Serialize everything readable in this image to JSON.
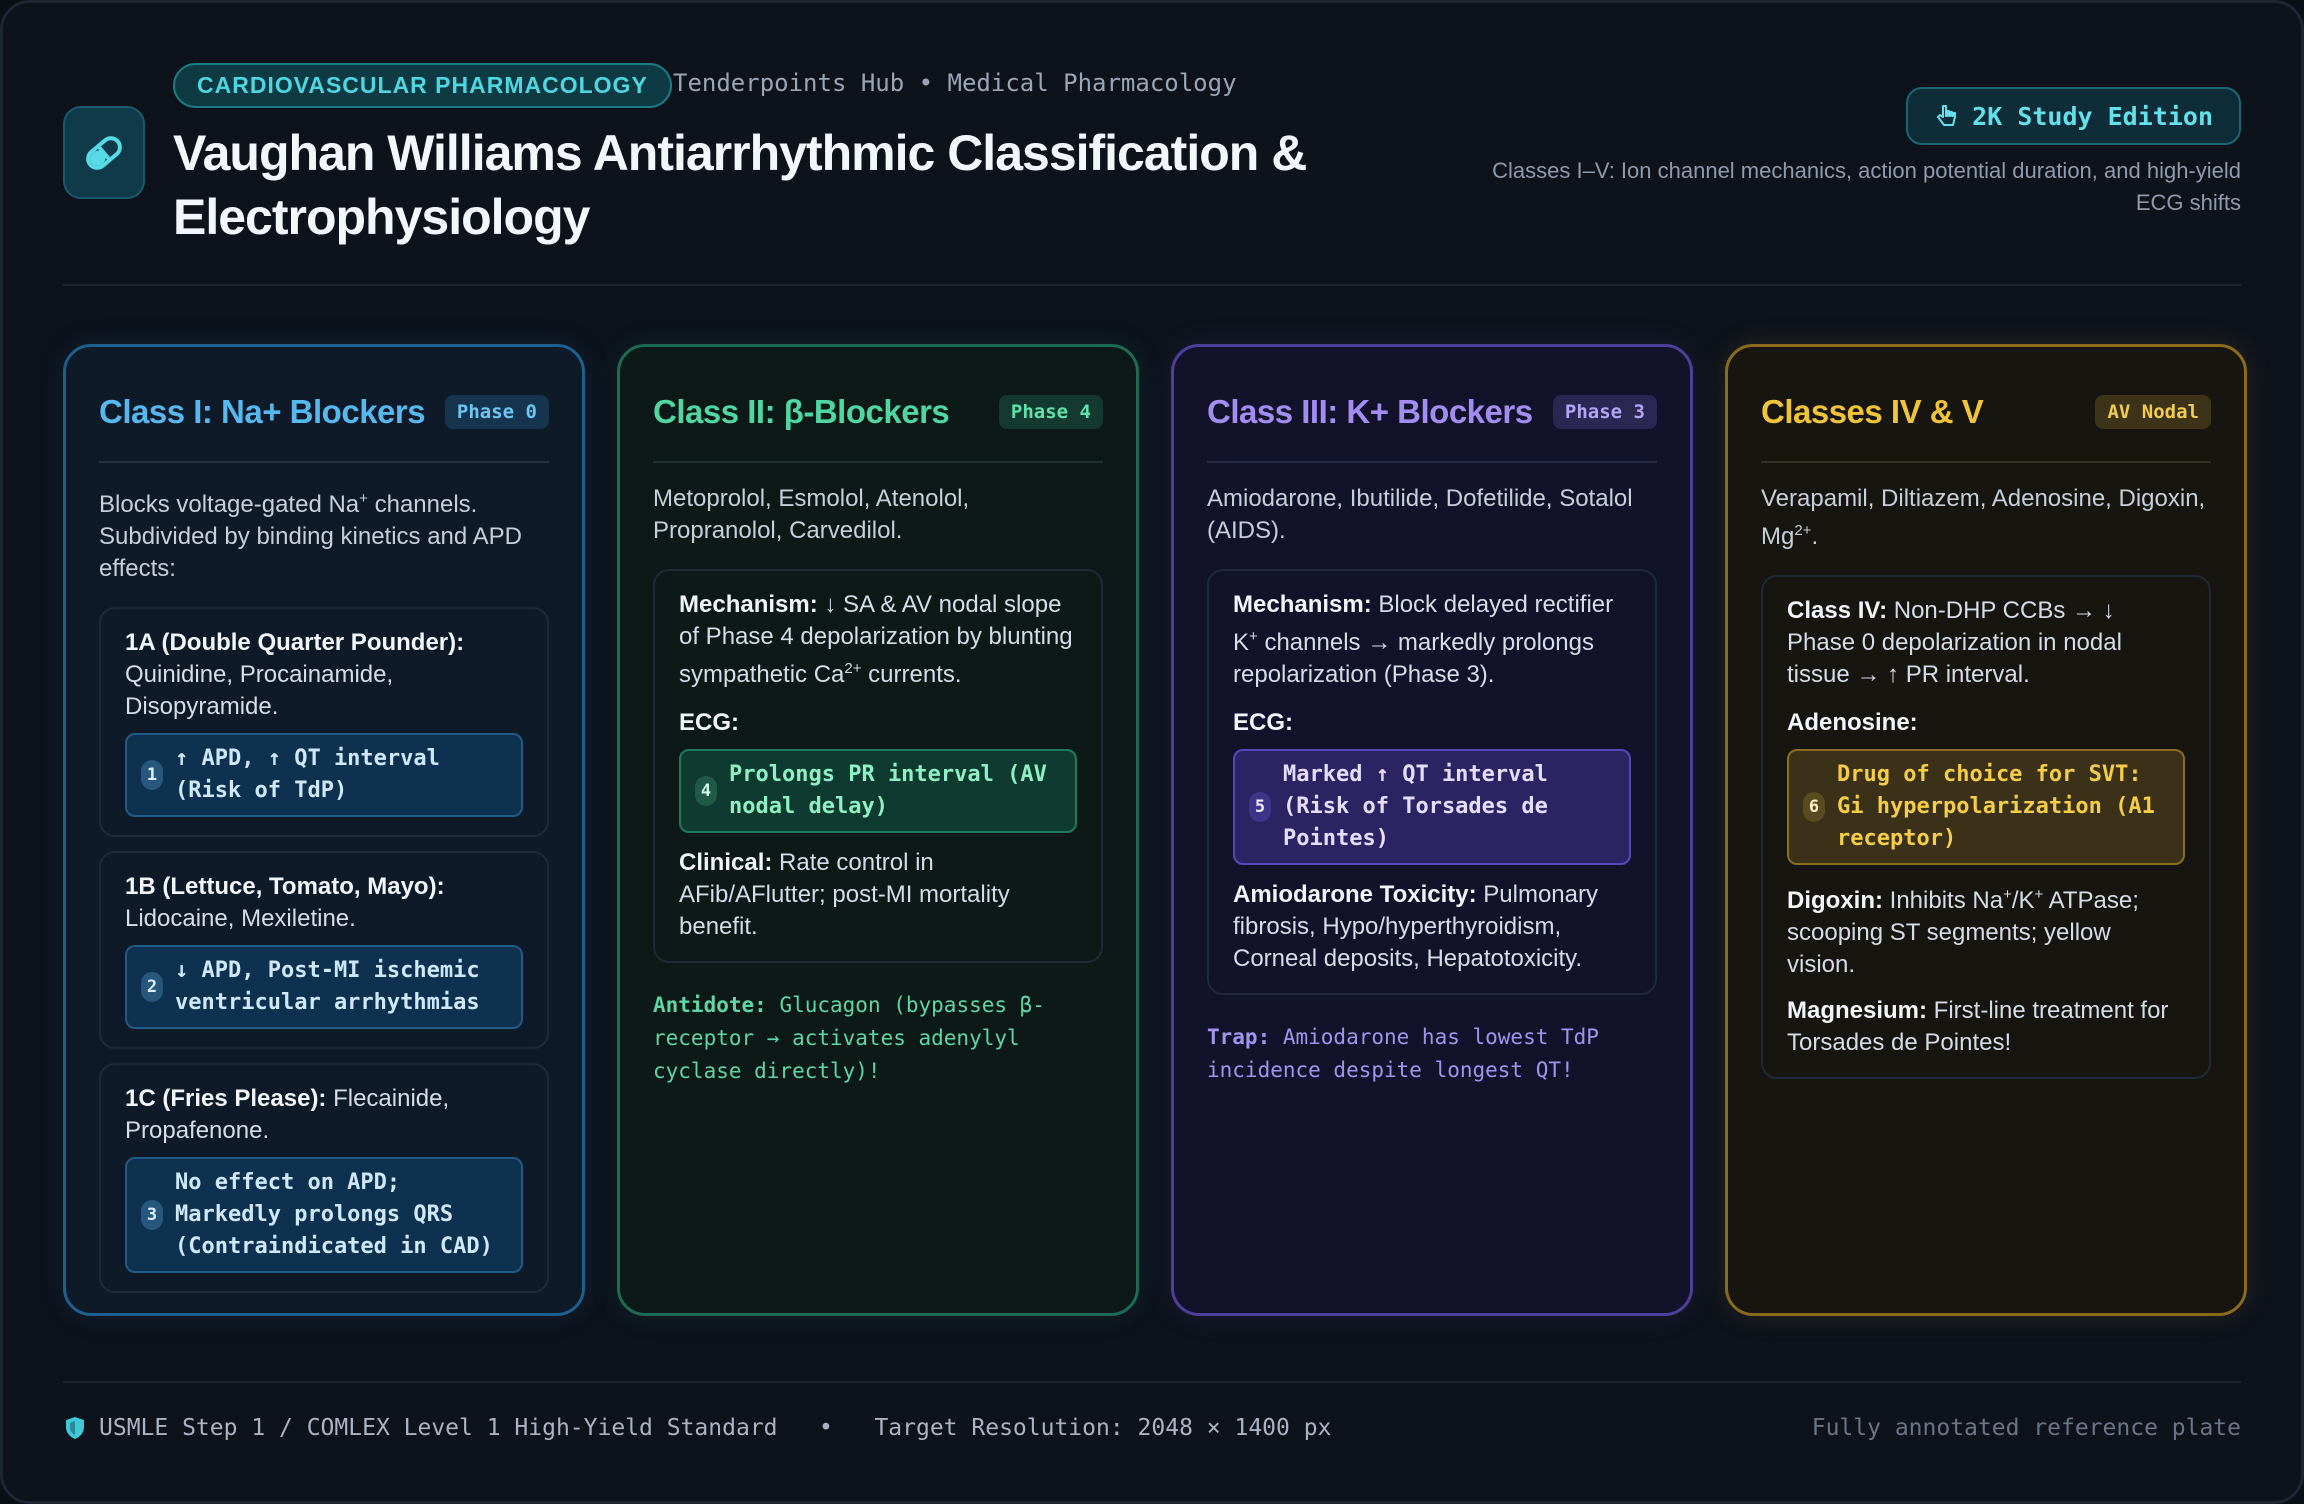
{
  "header": {
    "category": "CARDIOVASCULAR PHARMACOLOGY",
    "breadcrumb": "Tenderpoints Hub • Medical Pharmacology",
    "title": "Vaughan Williams Antiarrhythmic Classification & Electrophysiology",
    "edition": "2K Study Edition",
    "subtitle": "Classes I–V: Ion channel mechanics, action potential duration, and high-yield ECG shifts"
  },
  "cards": {
    "c1": {
      "title": "Class I: Na+ Blockers",
      "badge": "Phase 0",
      "intro_a": "Blocks voltage-gated Na",
      "intro_sup": "+",
      "intro_b": " channels. Subdivided by binding kinetics and APD effects:",
      "sub_1a_label": "1A (Double Quarter Pounder):",
      "sub_1a_text": " Quinidine, Procainamide, Disopyramide.",
      "callout_1_num": "1",
      "callout_1": "↑ APD, ↑ QT interval (Risk of TdP)",
      "sub_1b_label": "1B (Lettuce, Tomato, Mayo):",
      "sub_1b_text": " Lidocaine, Mexiletine.",
      "callout_2_num": "2",
      "callout_2": "↓ APD, Post-MI ischemic ventricular arrhythmias",
      "sub_1c_label": "1C (Fries Please):",
      "sub_1c_text": " Flecainide, Propafenone.",
      "callout_3_num": "3",
      "callout_3": "No effect on APD; Markedly prolongs QRS (Contraindicated in CAD)"
    },
    "c2": {
      "title": "Class II: β-Blockers",
      "badge": "Phase 4",
      "intro": "Metoprolol, Esmolol, Atenolol, Propranolol, Carvedilol.",
      "mech_label": "Mechanism:",
      "mech_a": " ↓ SA & AV nodal slope of Phase 4 depolarization by blunting sympathetic Ca",
      "mech_sup": "2+",
      "mech_b": " currents.",
      "ecg_label": "ECG:",
      "callout_4_num": "4",
      "callout_4": "Prolongs PR interval (AV nodal delay)",
      "clin_label": "Clinical:",
      "clin_text": " Rate control in AFib/AFlutter; post-MI mortality benefit.",
      "foot_label": "Antidote:",
      "foot_text": " Glucagon (bypasses β-receptor → activates adenylyl cyclase directly)!"
    },
    "c3": {
      "title": "Class III: K+ Blockers",
      "badge": "Phase 3",
      "intro": "Amiodarone, Ibutilide, Dofetilide, Sotalol (AIDS).",
      "mech_label": "Mechanism:",
      "mech_a": " Block delayed rectifier K",
      "mech_sup": "+",
      "mech_b": " channels → markedly prolongs repolarization (Phase 3).",
      "ecg_label": "ECG:",
      "callout_5_num": "5",
      "callout_5": "Marked ↑ QT interval (Risk of Torsades de Pointes)",
      "tox_label": "Amiodarone Toxicity:",
      "tox_text": " Pulmonary fibrosis, Hypo/hyperthyroidism, Corneal deposits, Hepatotoxicity.",
      "foot_label": "Trap:",
      "foot_text": " Amiodarone has lowest TdP incidence despite longest QT!"
    },
    "c4": {
      "title": "Classes IV & V",
      "badge": "AV Nodal",
      "intro_a": "Verapamil, Diltiazem, Adenosine, Digoxin, Mg",
      "intro_sup": "2+",
      "intro_b": ".",
      "c4_label": "Class IV:",
      "c4_text": " Non-DHP CCBs → ↓ Phase 0 depolarization in nodal tissue → ↑ PR interval.",
      "aden_label": "Adenosine:",
      "callout_6_num": "6",
      "callout_6": "Drug of choice for SVT: Gi hyperpolarization (A1 receptor)",
      "dig_label": "Digoxin:",
      "dig_text_a": " Inhibits Na",
      "dig_sup1": "+",
      "dig_text_b": "/K",
      "dig_sup2": "+",
      "dig_text_c": " ATPase; scooping ST segments; yellow vision.",
      "mag_label": "Magnesium:",
      "mag_text": " First-line treatment for Torsades de Pointes!"
    }
  },
  "footer": {
    "left": "USMLE Step 1 / COMLEX Level 1 High-Yield Standard   •   Target Resolution: 2048 × 1400 px",
    "right": "Fully annotated reference plate"
  },
  "colors": {
    "class1": "#2a8fd0",
    "class2": "#2fbf8a",
    "class3": "#8a6ee0",
    "class4": "#e3b534",
    "accent": "#4fd6e0"
  },
  "icons": {
    "logo": "pill-icon",
    "edition": "hand-pointer-icon",
    "footer": "shield-icon"
  }
}
